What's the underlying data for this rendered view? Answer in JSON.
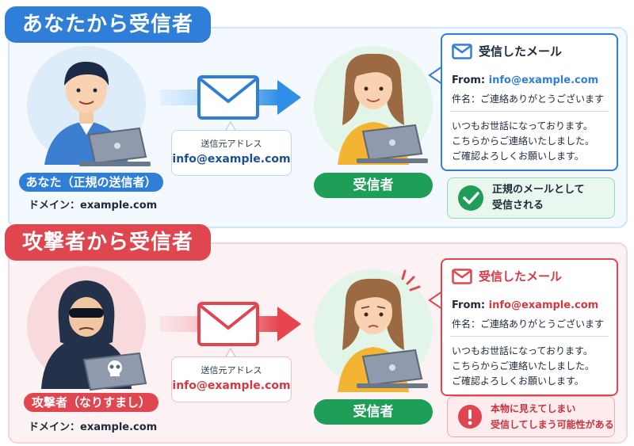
{
  "top": {
    "title": "あなたから受信者",
    "sender_label": "あなた（正規の送信者）",
    "sender_domain": "ドメイン：example.com",
    "addr_label": "送信元アドレス",
    "addr_value": "info@example.com",
    "receiver_label": "受信者",
    "mail_title": "受信したメール",
    "mail_from_prefix": "From: ",
    "mail_from": "info@example.com",
    "mail_subject": "件名：ご連絡ありがとうございます",
    "mail_body_1": "いつもお世話になっております。",
    "mail_body_2": "こちらからご連絡いたしました。",
    "mail_body_3": "ご確認よろしくお願いします。",
    "status_line1": "正規のメールとして",
    "status_line2": "受信される"
  },
  "bottom": {
    "title": "攻撃者から受信者",
    "sender_label": "攻撃者（なりすまし）",
    "sender_domain": "ドメイン：example.com",
    "addr_label": "送信元アドレス",
    "addr_value": "info@example.com",
    "receiver_label": "受信者",
    "mail_title": "受信したメール",
    "mail_from_prefix": "From: ",
    "mail_from": "info@example.com",
    "mail_subject": "件名：ご連絡ありがとうございます",
    "mail_body_1": "いつもお世話になっております。",
    "mail_body_2": "こちらからご連絡いたしました。",
    "mail_body_3": "ご確認よろしくお願いします。",
    "status_line1": "本物に見えてしまい",
    "status_line2": "受信してしまう可能性がある"
  },
  "colors": {
    "blue": "#2f7fd8",
    "red": "#e0464f",
    "green": "#1f9e58"
  },
  "icons": {
    "envelope": "envelope-icon",
    "check": "check-circle-icon",
    "warning": "exclamation-circle-icon",
    "skull": "skull-icon"
  }
}
